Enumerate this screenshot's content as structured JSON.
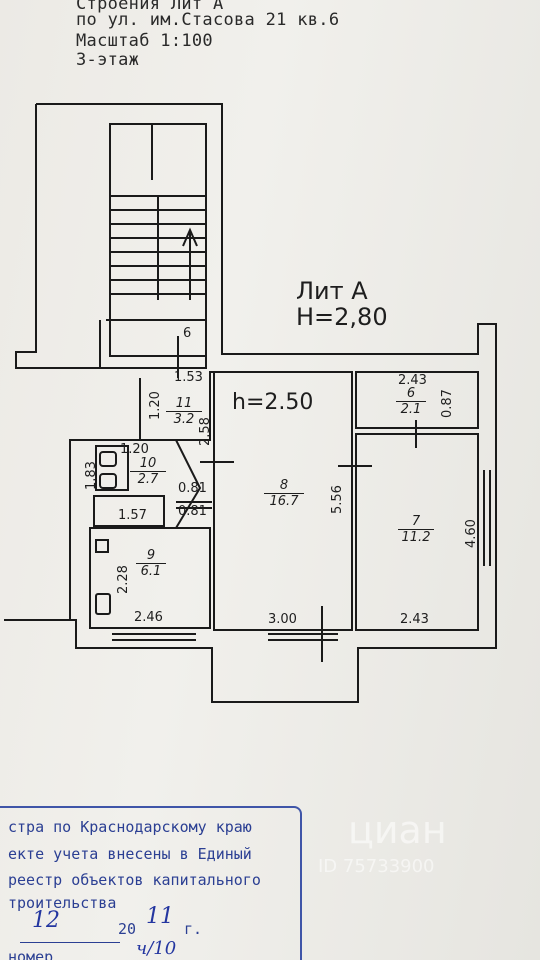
{
  "header": {
    "line1": "Строения Лит А",
    "line2": "по ул. им.Стасова 21 кв.6",
    "line3": "Масштаб 1:100",
    "line4": "3-этаж"
  },
  "building": {
    "lit": "Лит А",
    "height": "H=2,80",
    "room_height": "h=2.50",
    "stair_number": "6"
  },
  "dimensions": {
    "d153": "1.53",
    "d120a": "1.20",
    "d258": "2.58",
    "d120b": "1.20",
    "d183": "1.83",
    "d081a": "0.81",
    "d081b": "0.81",
    "d157": "1.57",
    "d556": "5.56",
    "d228": "2.28",
    "d246": "2.46",
    "d300": "3.00",
    "d243a": "2.43",
    "d087": "0.87",
    "d460": "4.60",
    "d243b": "2.43"
  },
  "rooms": [
    {
      "number": "11",
      "area": "3.2"
    },
    {
      "number": "10",
      "area": "2.7"
    },
    {
      "number": "8",
      "area": "16.7"
    },
    {
      "number": "6",
      "area": "2.1"
    },
    {
      "number": "7",
      "area": "11.2"
    },
    {
      "number": "9",
      "area": "6.1"
    }
  ],
  "stamp": {
    "line1": "стра по Краснодарскому краю",
    "line2": "екте учета внесены в Единый",
    "line3": "реестр объектов капитального",
    "line4": "троительства",
    "day": "12",
    "year_prefix": "20",
    "year_suffix": "11",
    "year_end": "г.",
    "last": "номер",
    "initials": "ч/10"
  },
  "watermark": {
    "brand": "циан",
    "id": "ID 75733900"
  },
  "colors": {
    "paper": "#ecebe7",
    "ink": "#1e1e1e",
    "stamp": "#2b3f93"
  }
}
